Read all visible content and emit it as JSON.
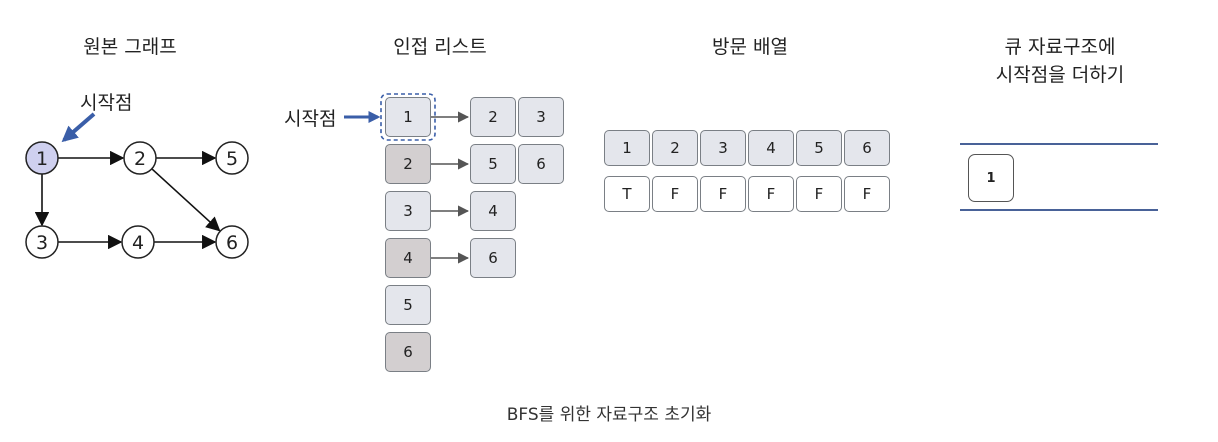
{
  "titles": {
    "graph": "원본 그래프",
    "adjacency": "인접 리스트",
    "visited": "방문 배열",
    "queue_line1": "큐 자료구조에",
    "queue_line2": "시작점을 더하기"
  },
  "start_label": "시작점",
  "graph": {
    "nodes": [
      "1",
      "2",
      "3",
      "4",
      "5",
      "6"
    ],
    "edges": [
      [
        "1",
        "2"
      ],
      [
        "2",
        "5"
      ],
      [
        "2",
        "6"
      ],
      [
        "1",
        "3"
      ],
      [
        "3",
        "4"
      ],
      [
        "4",
        "6"
      ]
    ],
    "start_node": "1",
    "start_color": "#cfd0ef"
  },
  "adjacency_list": [
    {
      "vertex": "1",
      "neighbors": [
        "2",
        "3"
      ]
    },
    {
      "vertex": "2",
      "neighbors": [
        "5",
        "6"
      ]
    },
    {
      "vertex": "3",
      "neighbors": [
        "4"
      ]
    },
    {
      "vertex": "4",
      "neighbors": [
        "6"
      ]
    },
    {
      "vertex": "5",
      "neighbors": []
    },
    {
      "vertex": "6",
      "neighbors": []
    }
  ],
  "visited": {
    "indices": [
      "1",
      "2",
      "3",
      "4",
      "5",
      "6"
    ],
    "values": [
      "T",
      "F",
      "F",
      "F",
      "F",
      "F"
    ]
  },
  "queue": [
    "1"
  ],
  "caption": "BFS를 위한 자료구조 초기화",
  "colors": {
    "accent_arrow": "#3a5ea8",
    "queue_line": "#2f4c8a",
    "cell_light": "#e4e6ec",
    "cell_dark": "#d3cfd0"
  }
}
